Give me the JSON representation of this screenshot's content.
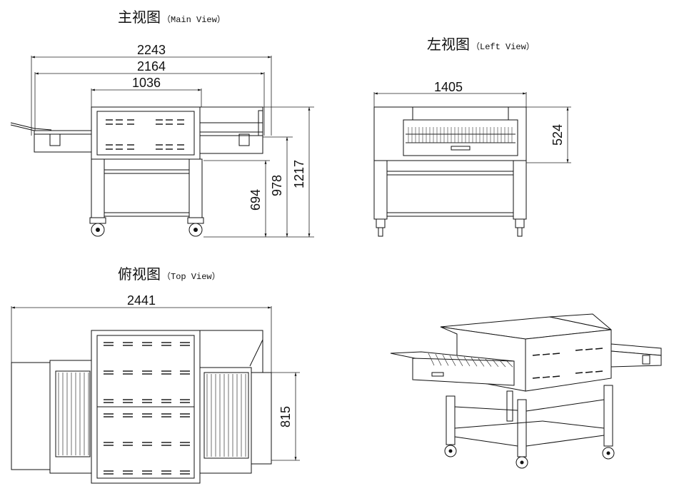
{
  "views": {
    "main": {
      "title_cn": "主视图",
      "title_en": "（Main View）"
    },
    "left": {
      "title_cn": "左视图",
      "title_en": "（Left View）"
    },
    "top": {
      "title_cn": "俯视图",
      "title_en": "（Top View）"
    }
  },
  "dimensions": {
    "main_overall": "2243",
    "main_belt": "2164",
    "main_chamber": "1036",
    "main_height_total": "1217",
    "main_height_belt": "978",
    "main_height_stand": "694",
    "left_width": "1405",
    "left_height": "524",
    "top_overall": "2441",
    "top_depth": "815"
  }
}
